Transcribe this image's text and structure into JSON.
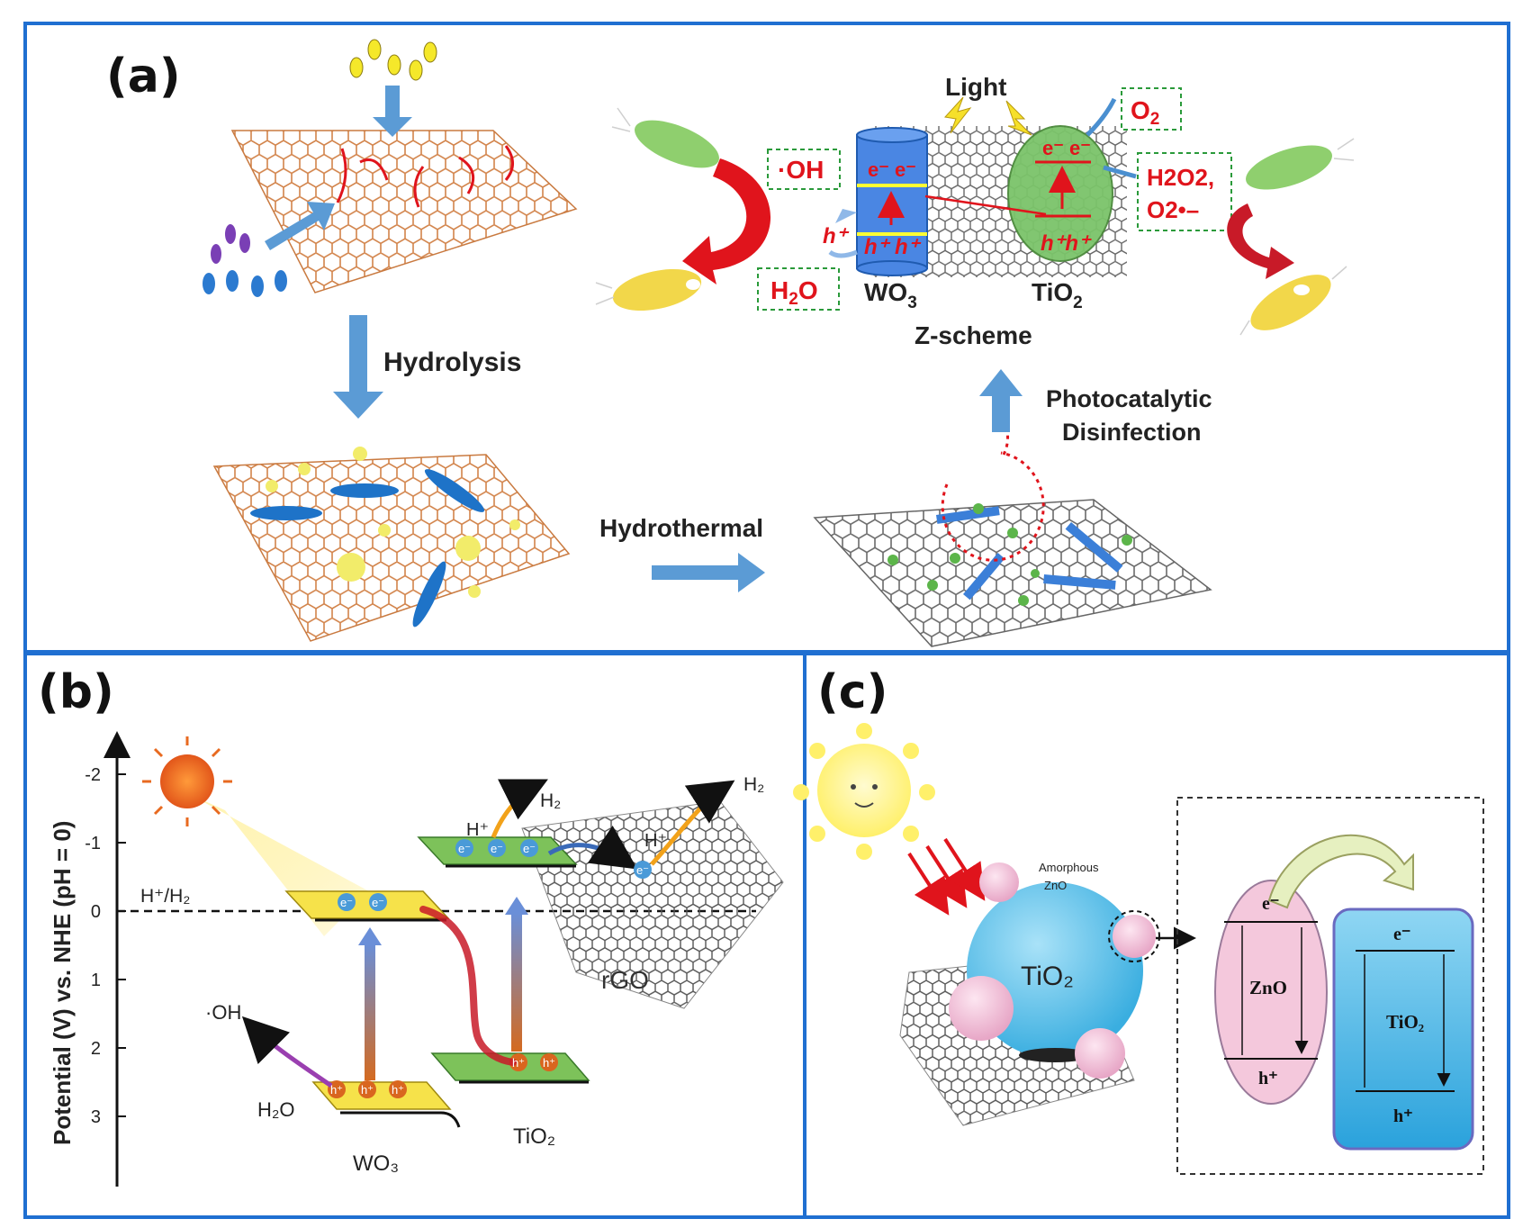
{
  "colors": {
    "frame": "#1f6fd1",
    "arrow": "#5b9bd5",
    "sheet_orange": "#d2834a",
    "sheet_gray": "#7a7a7a",
    "red_label": "#e0141c",
    "wo3_blue": "#3f7fe0",
    "tio2_green": "#7bc46a",
    "zno_pink": "#f4c8dc",
    "tio2_cyan": "#5fbfe8"
  },
  "panel_a": {
    "label": "(a)",
    "hydrolysis": "Hydrolysis",
    "hydrothermal": "Hydrothermal",
    "photocatalytic": "Photocatalytic",
    "disinfection": "Disinfection",
    "light": "Light",
    "z_scheme": "Z-scheme",
    "wo3": "WO",
    "wo3_sub": "3",
    "tio2": "TiO",
    "tio2_sub": "2",
    "oh": "·OH",
    "h2o": "H",
    "h2o_sub": "2",
    "h2o_end": "O",
    "o2": "O",
    "o2_sub": "2",
    "h2o2_line1": "H2O2,",
    "h2o2_line2": "O2•–",
    "electron_pair": "e⁻ e⁻",
    "hole_single": "h⁺",
    "hole_pair": "h⁺ h⁺",
    "hole_pair_tight": "h⁺h⁺"
  },
  "panel_b": {
    "label": "(b)",
    "y_axis_label": "Potential (V) vs. NHE (pH = 0)",
    "ticks": [
      "-2",
      "-1",
      "0",
      "1",
      "2",
      "3"
    ],
    "ref_label": "H⁺/H₂",
    "wo3": "WO₃",
    "tio2": "TiO₂",
    "rgo": "rGO",
    "h2": "H₂",
    "h_plus": "H⁺",
    "oh": "·OH",
    "h2o": "H₂O",
    "e": "e⁻",
    "h": "h⁺"
  },
  "panel_c": {
    "label": "(c)",
    "amorphous": "Amorphous",
    "zno_small": "ZnO",
    "tio2_ball": "TiO₂",
    "zno": "ZnO",
    "tio2_box": "TiO₂",
    "e": "e⁻",
    "h": "h⁺"
  }
}
